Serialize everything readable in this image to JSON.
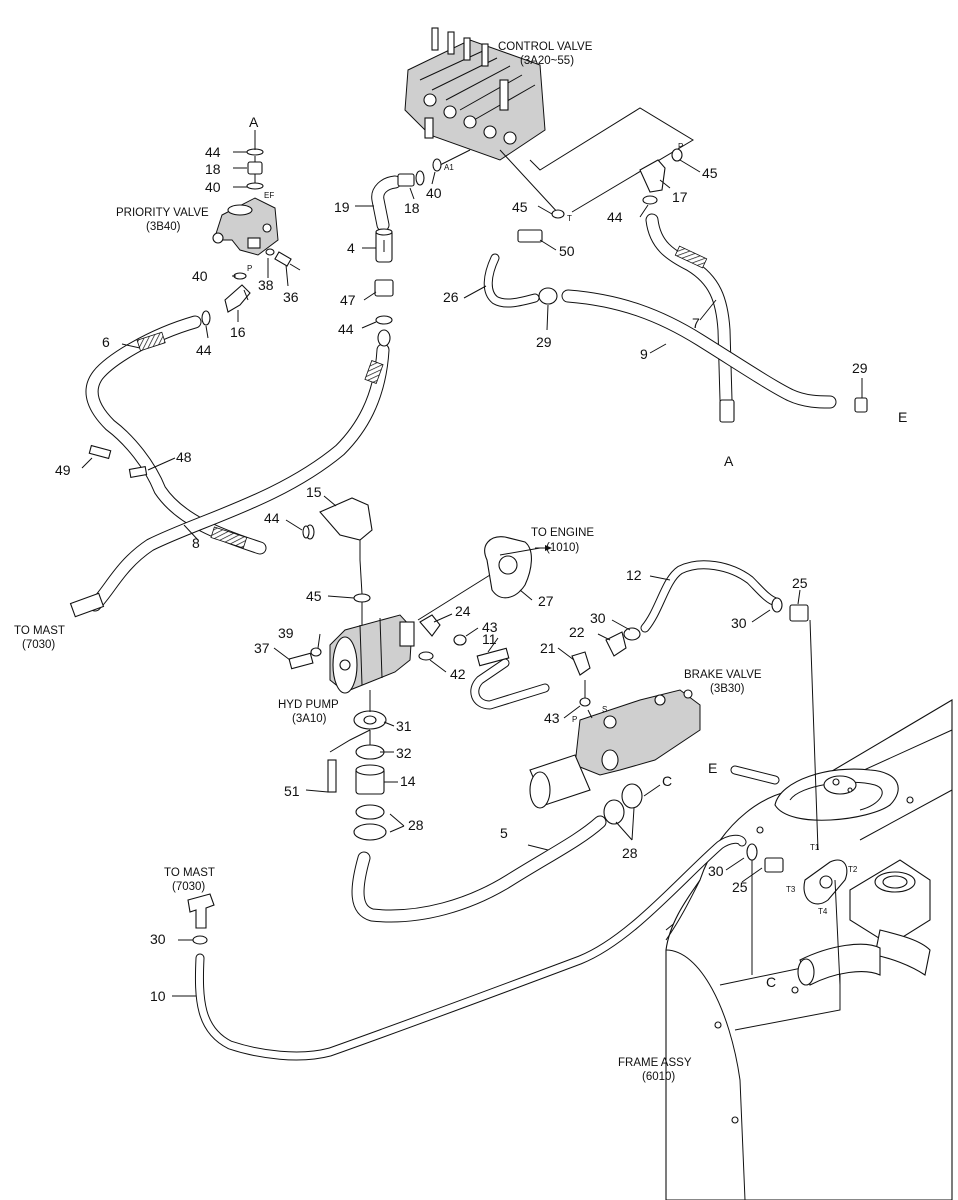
{
  "callouts": [
    {
      "id": "c-44a",
      "text": "44"
    },
    {
      "id": "c-18a",
      "text": "18"
    },
    {
      "id": "c-40a",
      "text": "40"
    },
    {
      "id": "c-19",
      "text": "19"
    },
    {
      "id": "c-18b",
      "text": "18"
    },
    {
      "id": "c-40b",
      "text": "40"
    },
    {
      "id": "c-45a",
      "text": "45"
    },
    {
      "id": "c-17",
      "text": "17"
    },
    {
      "id": "c-44b",
      "text": "44"
    },
    {
      "id": "c-45b",
      "text": "45"
    },
    {
      "id": "c-4",
      "text": "4"
    },
    {
      "id": "c-50",
      "text": "50"
    },
    {
      "id": "c-40c",
      "text": "40"
    },
    {
      "id": "c-38",
      "text": "38"
    },
    {
      "id": "c-36",
      "text": "36"
    },
    {
      "id": "c-47",
      "text": "47"
    },
    {
      "id": "c-26",
      "text": "26"
    },
    {
      "id": "c-16",
      "text": "16"
    },
    {
      "id": "c-44c",
      "text": "44"
    },
    {
      "id": "c-44d",
      "text": "44"
    },
    {
      "id": "c-29a",
      "text": "29"
    },
    {
      "id": "c-7",
      "text": "7"
    },
    {
      "id": "c-6",
      "text": "6"
    },
    {
      "id": "c-9",
      "text": "9"
    },
    {
      "id": "c-29b",
      "text": "29"
    },
    {
      "id": "c-48",
      "text": "48"
    },
    {
      "id": "c-49",
      "text": "49"
    },
    {
      "id": "c-15",
      "text": "15"
    },
    {
      "id": "c-44e",
      "text": "44"
    },
    {
      "id": "c-8",
      "text": "8"
    },
    {
      "id": "c-12",
      "text": "12"
    },
    {
      "id": "c-25a",
      "text": "25"
    },
    {
      "id": "c-45c",
      "text": "45"
    },
    {
      "id": "c-27",
      "text": "27"
    },
    {
      "id": "c-24",
      "text": "24"
    },
    {
      "id": "c-43a",
      "text": "43"
    },
    {
      "id": "c-30a",
      "text": "30"
    },
    {
      "id": "c-30b",
      "text": "30"
    },
    {
      "id": "c-39",
      "text": "39"
    },
    {
      "id": "c-22",
      "text": "22"
    },
    {
      "id": "c-11",
      "text": "11"
    },
    {
      "id": "c-37",
      "text": "37"
    },
    {
      "id": "c-21",
      "text": "21"
    },
    {
      "id": "c-42",
      "text": "42"
    },
    {
      "id": "c-43b",
      "text": "43"
    },
    {
      "id": "c-31",
      "text": "31"
    },
    {
      "id": "c-32",
      "text": "32"
    },
    {
      "id": "c-14",
      "text": "14"
    },
    {
      "id": "c-51",
      "text": "51"
    },
    {
      "id": "c-28a",
      "text": "28"
    },
    {
      "id": "c-5",
      "text": "5"
    },
    {
      "id": "c-28b",
      "text": "28"
    },
    {
      "id": "c-30c",
      "text": "30"
    },
    {
      "id": "c-25b",
      "text": "25"
    },
    {
      "id": "c-30d",
      "text": "30"
    },
    {
      "id": "c-10",
      "text": "10"
    }
  ],
  "refs": [
    {
      "id": "r-A-top",
      "text": "A"
    },
    {
      "id": "r-A-bottom",
      "text": "A"
    },
    {
      "id": "r-E-right",
      "text": "E"
    },
    {
      "id": "r-E-tank",
      "text": "E"
    },
    {
      "id": "r-C-right",
      "text": "C"
    },
    {
      "id": "r-C-tank",
      "text": "C"
    }
  ],
  "captions": {
    "control_valve": [
      "CONTROL VALVE",
      "(3A20~55)"
    ],
    "priority_valve": [
      "PRIORITY VALVE",
      "(3B40)"
    ],
    "to_engine": [
      "TO ENGINE",
      "(1010)"
    ],
    "brake_valve": [
      "BRAKE VALVE",
      "(3B30)"
    ],
    "hyd_pump": [
      "HYD PUMP",
      "(3A10)"
    ],
    "to_mast_left": [
      "TO MAST",
      "(7030)"
    ],
    "to_mast_bottom": [
      "TO MAST",
      "(7030)"
    ],
    "frame_assy": [
      "FRAME ASSY",
      "(6010)"
    ]
  },
  "ports": [
    {
      "id": "p-EF",
      "text": "EF"
    },
    {
      "id": "p-P-pv",
      "text": "P"
    },
    {
      "id": "p-A1",
      "text": "A1"
    },
    {
      "id": "p-T-cv",
      "text": "T"
    },
    {
      "id": "p-P-17",
      "text": "P"
    },
    {
      "id": "p-S",
      "text": "S"
    },
    {
      "id": "p-P-bv",
      "text": "P"
    },
    {
      "id": "p-T1",
      "text": "T1"
    },
    {
      "id": "p-T2",
      "text": "T2"
    },
    {
      "id": "p-T3",
      "text": "T3"
    },
    {
      "id": "p-T4",
      "text": "T4"
    }
  ]
}
